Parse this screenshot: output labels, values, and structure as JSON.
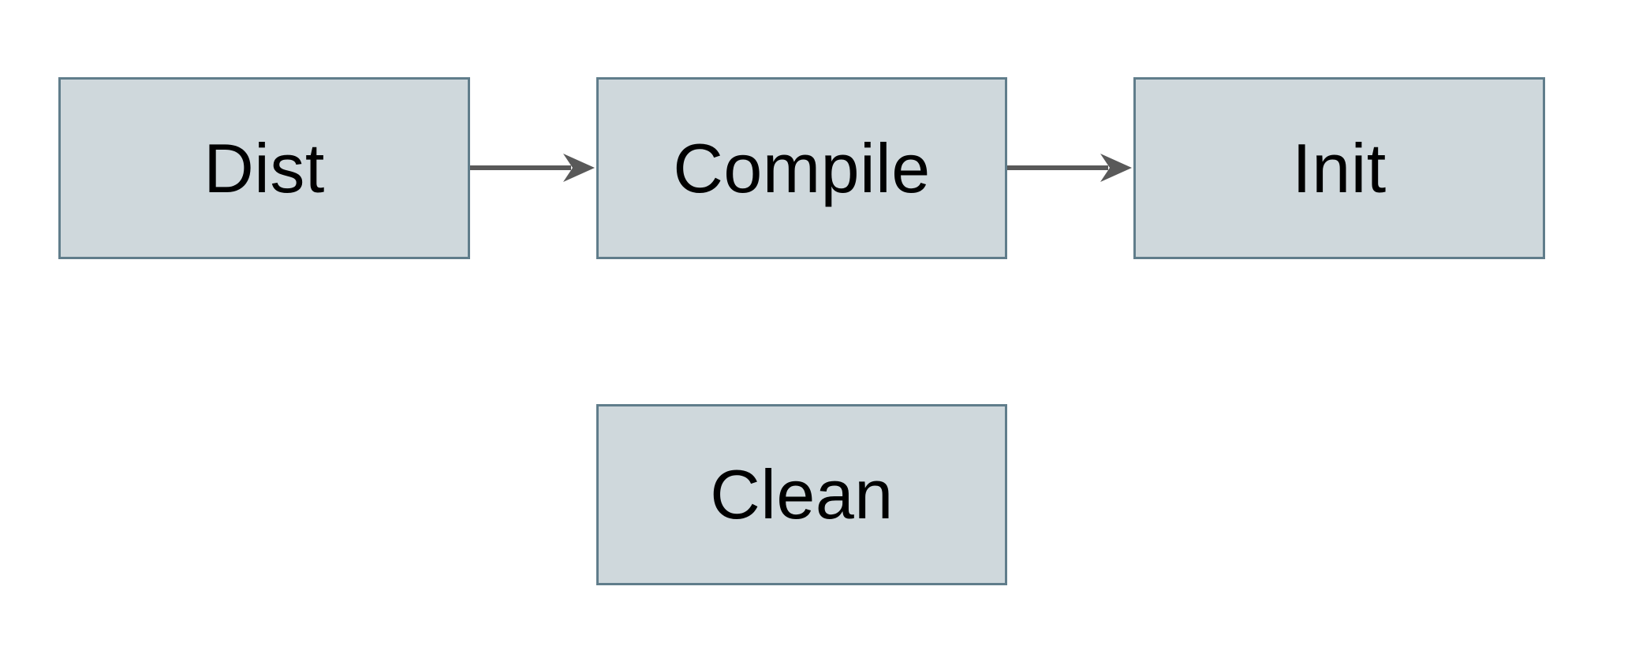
{
  "diagram": {
    "type": "flowchart",
    "background": "#ffffff",
    "colors": {
      "node_fill": "#CFD8DC",
      "node_border": "#607D8B",
      "arrow": "#595959",
      "text": "#000000"
    },
    "nodes": [
      {
        "id": "dist",
        "label": "Dist"
      },
      {
        "id": "compile",
        "label": "Compile"
      },
      {
        "id": "init",
        "label": "Init"
      },
      {
        "id": "clean",
        "label": "Clean"
      }
    ],
    "edges": [
      {
        "from": "dist",
        "to": "compile",
        "direction": "right"
      },
      {
        "from": "compile",
        "to": "init",
        "direction": "right"
      }
    ]
  }
}
